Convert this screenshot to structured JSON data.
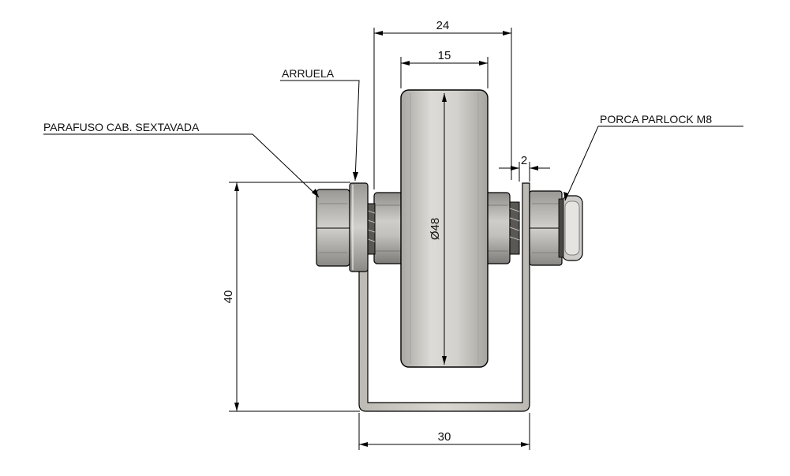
{
  "drawing": {
    "dimensions": {
      "overall_width": "24",
      "wheel_width": "15",
      "gap": "2",
      "diameter": "Ø48",
      "height": "40",
      "bracket_width": "30"
    },
    "labels": {
      "washer": "ARRUELA",
      "bolt": "PARAFUSO CAB. SEXTAVADA",
      "nut": "PORCA PARLOCK M8"
    },
    "colors": {
      "line": "#000000",
      "metal_light": "#d8d6d2",
      "metal_mid": "#b8b6b2",
      "metal_dark": "#8e8c88",
      "bracket": "#c9c6c0"
    }
  }
}
